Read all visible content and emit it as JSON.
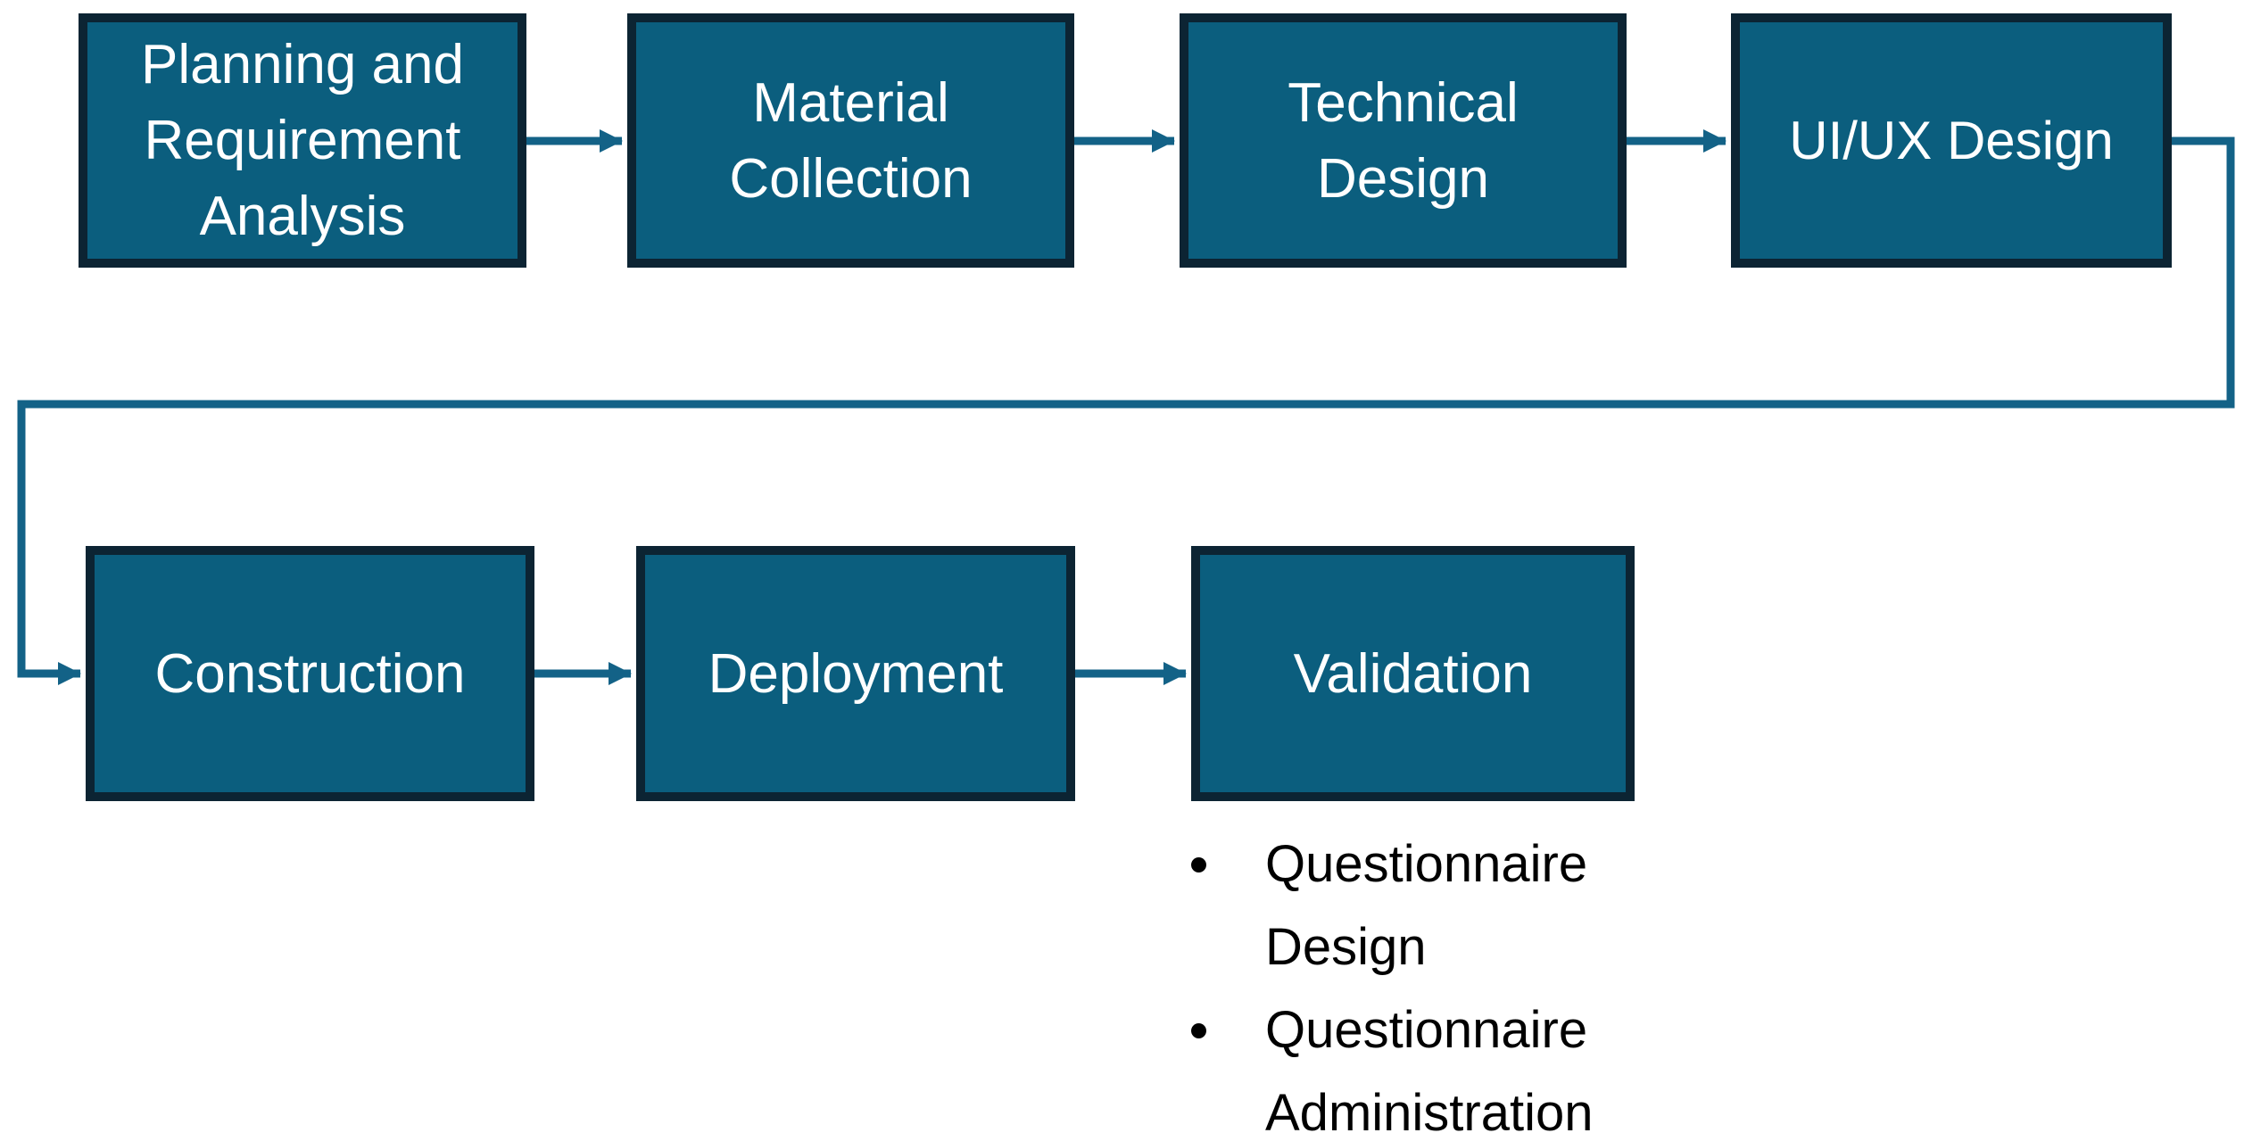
{
  "diagram": {
    "nodes": [
      {
        "id": "planning",
        "label": "Planning and Requirement Analysis"
      },
      {
        "id": "material",
        "label": "Material Collection"
      },
      {
        "id": "technical",
        "label": "Technical Design"
      },
      {
        "id": "uiux",
        "label": "UI/UX Design"
      },
      {
        "id": "construction",
        "label": "Construction"
      },
      {
        "id": "deployment",
        "label": "Deployment"
      },
      {
        "id": "validation",
        "label": "Validation"
      }
    ],
    "edges": [
      {
        "from": "planning",
        "to": "material"
      },
      {
        "from": "material",
        "to": "technical"
      },
      {
        "from": "technical",
        "to": "uiux"
      },
      {
        "from": "uiux",
        "to": "construction"
      },
      {
        "from": "construction",
        "to": "deployment"
      },
      {
        "from": "deployment",
        "to": "validation"
      }
    ],
    "validation_details": [
      "Questionnaire Design",
      "Questionnaire Administration"
    ],
    "colors": {
      "node_fill": "#0B5E7E",
      "node_border": "#0C2433",
      "arrow": "#136287",
      "node_text": "#FFFFFF",
      "detail_text": "#000000",
      "background": "#FFFFFF"
    }
  }
}
